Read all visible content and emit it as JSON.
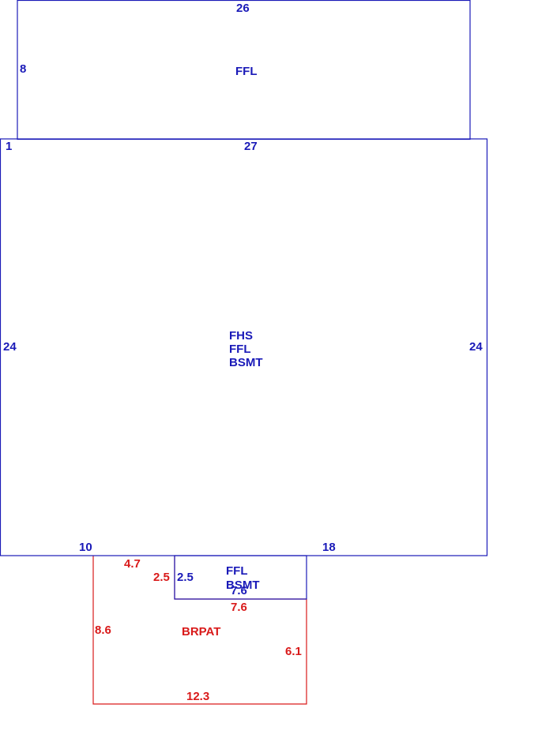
{
  "colors": {
    "main": "#1a1ab8",
    "patio": "#d91a1a",
    "background": "#ffffff"
  },
  "upper_section": {
    "dim_top": "26",
    "dim_left": "8",
    "label": "FFL"
  },
  "main_section": {
    "dim_corner": "1",
    "dim_top": "27",
    "dim_left": "24",
    "dim_right": "24",
    "dim_bottom_left": "10",
    "dim_bottom_right": "18",
    "labels": [
      "FHS",
      "FFL",
      "BSMT"
    ]
  },
  "bump_section": {
    "dim_left": "2.5",
    "dim_bottom": "7.6",
    "labels": [
      "FFL",
      "BSMT"
    ]
  },
  "patio_section": {
    "dim_top": "4.7",
    "dim_step": "2.5",
    "dim_top_right": "7.6",
    "dim_left": "8.6",
    "dim_right": "6.1",
    "dim_bottom": "12.3",
    "label": "BRPAT"
  }
}
